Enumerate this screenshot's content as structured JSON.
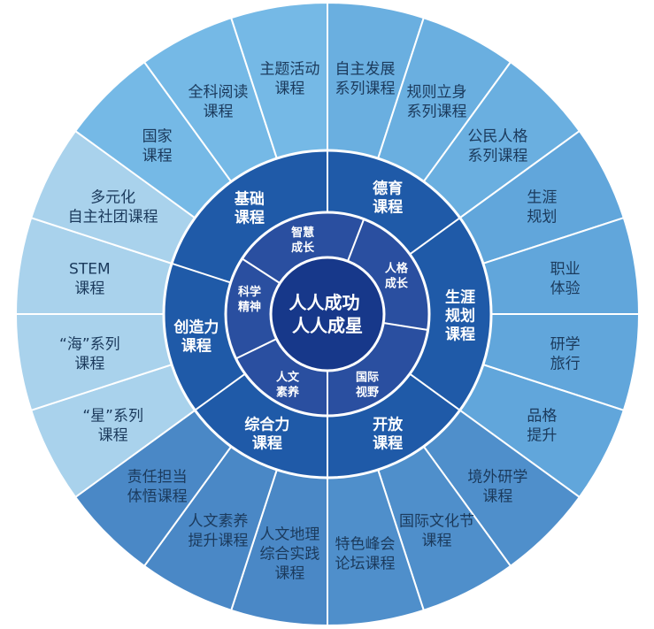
{
  "center": {
    "line1": "人人成功",
    "line2": "人人成星"
  },
  "inner_ring": [
    {
      "lines": [
        "智慧",
        "成长"
      ]
    },
    {
      "lines": [
        "人格",
        "成长"
      ]
    },
    {
      "lines": [
        "国际",
        "视野"
      ]
    },
    {
      "lines": [
        "人文",
        "素养"
      ]
    },
    {
      "lines": [
        "科学",
        "精神"
      ]
    }
  ],
  "middle_ring": [
    {
      "lines": [
        "基础",
        "课程"
      ]
    },
    {
      "lines": [
        "德育",
        "课程"
      ]
    },
    {
      "lines": [
        "生涯",
        "规划",
        "课程"
      ]
    },
    {
      "lines": [
        "开放",
        "课程"
      ]
    },
    {
      "lines": [
        "综合力",
        "课程"
      ]
    },
    {
      "lines": [
        "创造力",
        "课程"
      ]
    }
  ],
  "outer_ring": [
    {
      "lines": [
        "自主发展",
        "系列课程"
      ],
      "color": "#6aafe0"
    },
    {
      "lines": [
        "规则立身",
        "系列课程"
      ],
      "color": "#6aafe0"
    },
    {
      "lines": [
        "公民人格",
        "系列课程"
      ],
      "color": "#6aafe0"
    },
    {
      "lines": [
        "生涯",
        "规划"
      ],
      "color": "#61a6db"
    },
    {
      "lines": [
        "职业",
        "体验"
      ],
      "color": "#61a6db"
    },
    {
      "lines": [
        "研学",
        "旅行"
      ],
      "color": "#61a6db"
    },
    {
      "lines": [
        "品格",
        "提升"
      ],
      "color": "#61a6db"
    },
    {
      "lines": [
        "境外研学",
        "课程"
      ],
      "color": "#4f8fcb"
    },
    {
      "lines": [
        "国际文化节",
        "课程"
      ],
      "color": "#4f8fcb"
    },
    {
      "lines": [
        "特色峰会",
        "论坛课程"
      ],
      "color": "#4f8fcb"
    },
    {
      "lines": [
        "人文地理",
        "综合实践",
        "课程"
      ],
      "color": "#4a88c6"
    },
    {
      "lines": [
        "人文素养",
        "提升课程"
      ],
      "color": "#4a88c6"
    },
    {
      "lines": [
        "责任担当",
        "体悟课程"
      ],
      "color": "#4a88c6"
    },
    {
      "lines": [
        "“星”系列",
        "课程"
      ],
      "color": "#a9d2ec"
    },
    {
      "lines": [
        "“海”系列",
        "课程"
      ],
      "color": "#a9d2ec"
    },
    {
      "lines": [
        "STEM",
        "课程"
      ],
      "color": "#a9d2ec"
    },
    {
      "lines": [
        "多元化",
        "自主社团课程"
      ],
      "color": "#a9d2ec"
    },
    {
      "lines": [
        "国家",
        "课程"
      ],
      "color": "#75b9e6"
    },
    {
      "lines": [
        "全科阅读",
        "课程"
      ],
      "color": "#75b9e6"
    },
    {
      "lines": [
        "主题活动",
        "课程"
      ],
      "color": "#75b9e6"
    }
  ],
  "colors": {
    "outer_separator": "#ffffff",
    "middle_ring": "#1f5aa8",
    "inner_ring": "#2a4fa0",
    "center": "#17388a",
    "ring_border": "#ffffff"
  }
}
